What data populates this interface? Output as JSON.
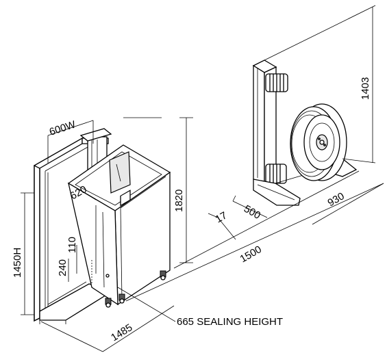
{
  "dimensions": {
    "width_600": "600W",
    "depth_620": "620",
    "height_1820": "1820",
    "height_1450": "1450H",
    "d110": "110",
    "d240": "240",
    "length_1485": "1485",
    "gap_17": "17",
    "distance_1500": "1500",
    "depth_500": "500",
    "depth_930": "930",
    "height_1403": "1403"
  },
  "notes": {
    "sealing_height": "665 SEALING HEIGHT"
  }
}
